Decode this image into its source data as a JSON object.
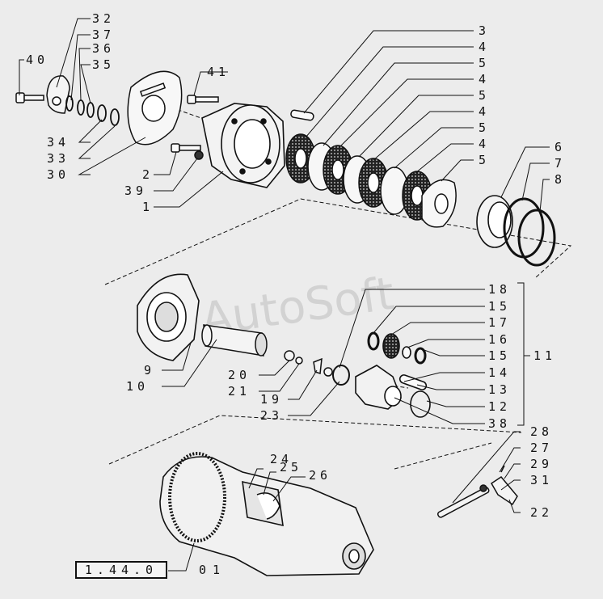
{
  "watermark": "AutoSoft",
  "reference_box": "1.44.0",
  "page_code": "01",
  "callouts": {
    "c40": "40",
    "c32": "32",
    "c37": "37",
    "c36": "36",
    "c35": "35",
    "c41": "41",
    "c34": "34",
    "c33": "33",
    "c30": "30",
    "c2": "2",
    "c39": "39",
    "c1": "1",
    "c3": "3",
    "c4a": "4",
    "c5a": "5",
    "c4b": "4",
    "c5b": "5",
    "c4c": "4",
    "c5c": "5",
    "c4d": "4",
    "c5d": "5",
    "c6": "6",
    "c7": "7",
    "c8": "8",
    "c18": "18",
    "c15a": "15",
    "c17": "17",
    "c16": "16",
    "c15b": "15",
    "c11": "11",
    "c14": "14",
    "c13": "13",
    "c12": "12",
    "c38": "38",
    "c9": "9",
    "c10": "10",
    "c20": "20",
    "c21": "21",
    "c19": "19",
    "c23": "23",
    "c28": "28",
    "c27": "27",
    "c29": "29",
    "c31": "31",
    "c22": "22",
    "c24": "24",
    "c25": "25",
    "c26": "26"
  }
}
